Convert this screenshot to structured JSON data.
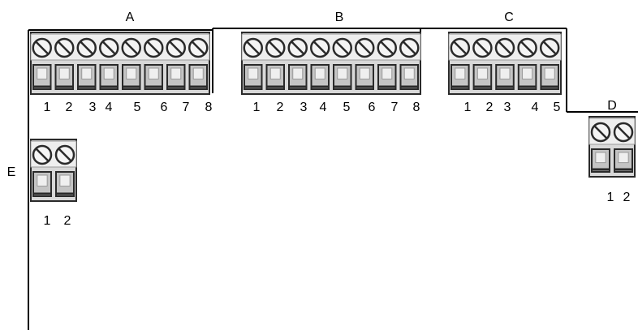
{
  "connectors": [
    {
      "id": "A",
      "label": "A",
      "pins": [
        "1",
        "2",
        "3",
        "4",
        "5",
        "6",
        "7",
        "8"
      ]
    },
    {
      "id": "B",
      "label": "B",
      "pins": [
        "1",
        "2",
        "3",
        "4",
        "5",
        "6",
        "7",
        "8"
      ]
    },
    {
      "id": "C",
      "label": "C",
      "pins": [
        "1",
        "2",
        "3",
        "4",
        "5"
      ]
    },
    {
      "id": "D",
      "label": "D",
      "pins": [
        "1",
        "2"
      ]
    },
    {
      "id": "E",
      "label": "E",
      "pins": [
        "1",
        "2"
      ]
    }
  ],
  "colors": {
    "line": "#000000",
    "block_dark": "#2a2a2a",
    "block_light": "#d8d8d8",
    "block_mid": "#9a9a9a"
  }
}
